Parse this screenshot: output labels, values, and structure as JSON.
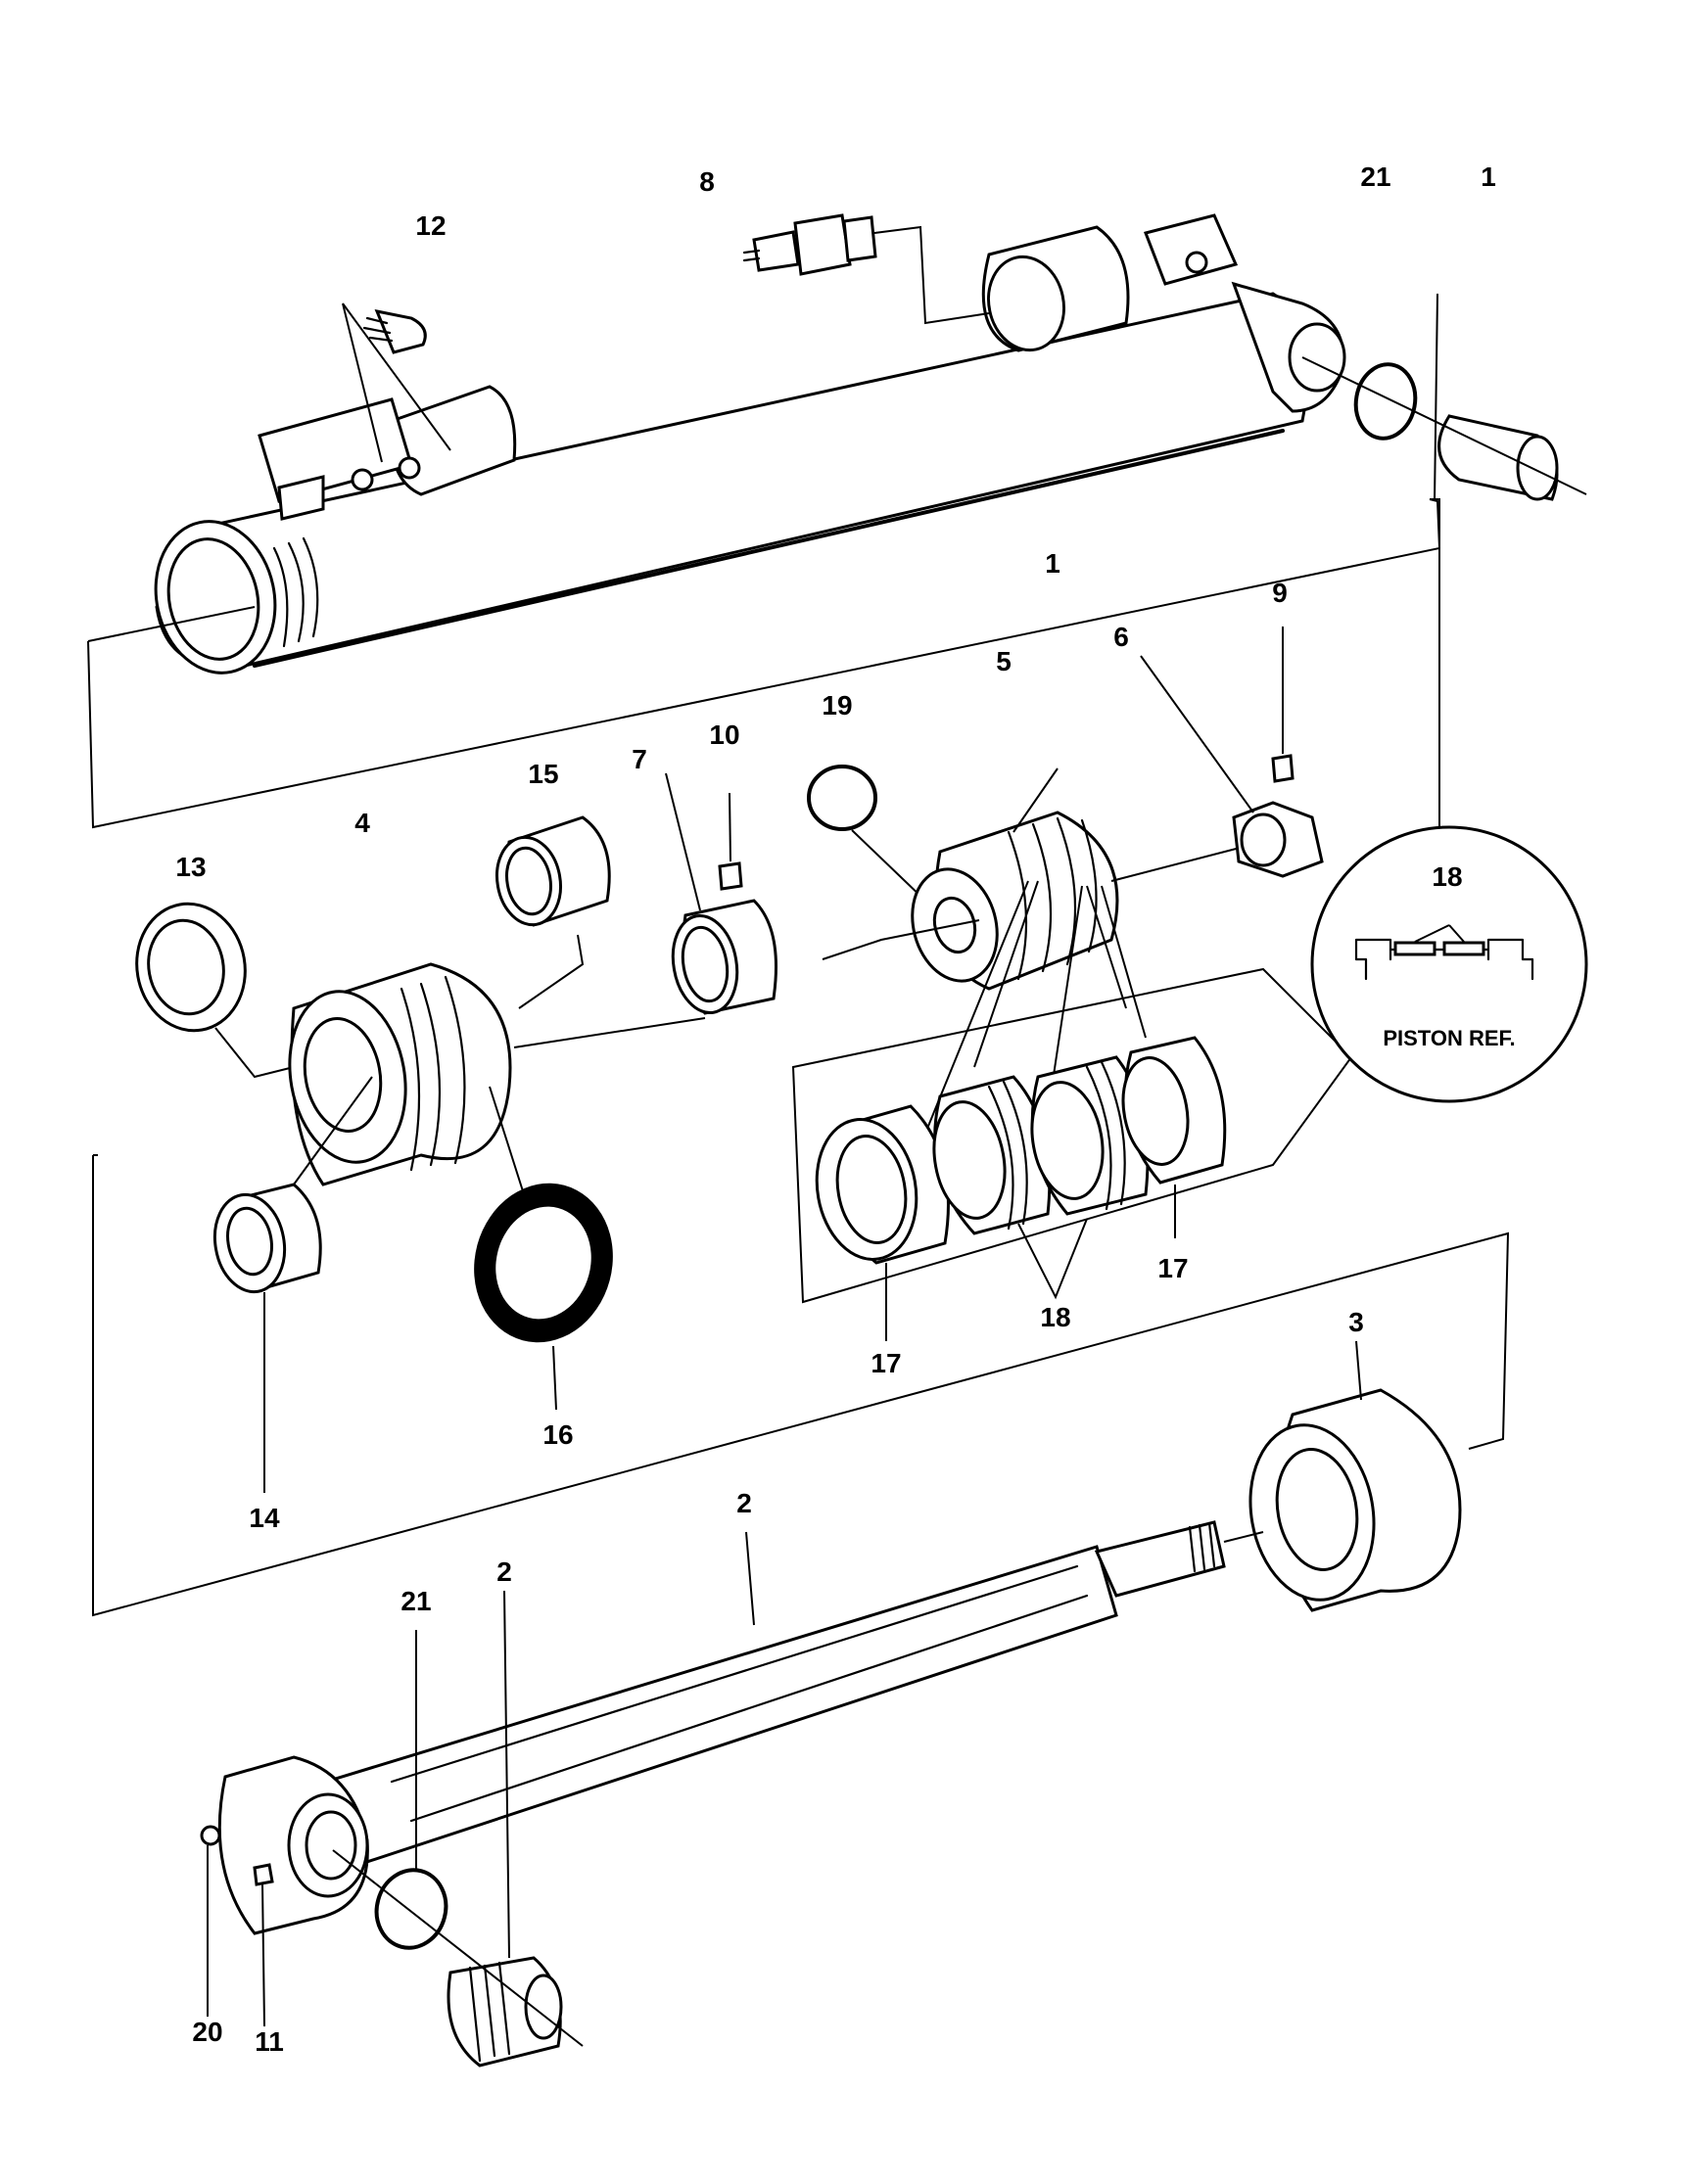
{
  "callouts": {
    "c1_top": "1",
    "c1_body": "1",
    "c2_rod": "2",
    "c2_bush": "2",
    "c3": "3",
    "c4": "4",
    "c5": "5",
    "c6": "6",
    "c7": "7",
    "c8": "8",
    "c9": "9",
    "c10": "10",
    "c11": "11",
    "c12": "12",
    "c13": "13",
    "c14": "14",
    "c15": "15",
    "c16": "16",
    "c17_left": "17",
    "c17_right": "17",
    "c18_lower": "18",
    "c18_inset": "18",
    "c19": "19",
    "c20": "20",
    "c21_top": "21",
    "c21_bottom": "21"
  },
  "inset": {
    "label": "PISTON REF."
  }
}
